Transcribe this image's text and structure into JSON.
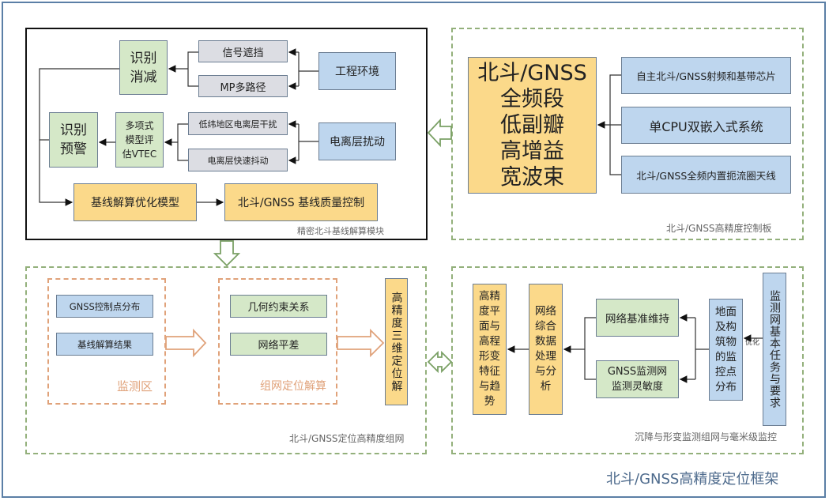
{
  "framework_title": "北斗/GNSS高精度定位框架",
  "panel_baseline": {
    "caption": "精密北斗基线解算模块",
    "identify_reduce": "识别消减",
    "identify_reduce_lines": [
      "识别",
      "消减"
    ],
    "signal_block": "信号遮挡",
    "multipath": "MP多路径",
    "engineering_env": "工程环境",
    "identify_warn_lines": [
      "识别",
      "预警"
    ],
    "poly_model_lines": [
      "多项式",
      "模型评",
      "估VTEC"
    ],
    "low_lat_iono": "低纬地区电离层干扰",
    "iono_scint": "电离层快速抖动",
    "iono_disturb": "电离层扰动",
    "baseline_opt": "基线解算优化模型",
    "baseline_qc": "北斗/GNSS 基线质量控制"
  },
  "panel_control_board": {
    "caption": "北斗/GNSS高精度控制板",
    "antenna_lines": [
      "北斗/GNSS",
      "全频段",
      "低副瓣",
      "高增益",
      "宽波束"
    ],
    "chip": "自主北斗/GNSS射频和基带芯片",
    "cpu": "单CPU双嵌入式系统",
    "antenna": "北斗/GNSS全频内置扼流圈天线"
  },
  "panel_network": {
    "caption": "北斗/GNSS定位高精度组网",
    "monitor_area": {
      "caption": "监测区",
      "items": [
        "GNSS控制点分布",
        "基线解算结果"
      ]
    },
    "network_solution": {
      "caption": "组网定位解算",
      "items": [
        "几何约束关系",
        "网络平差"
      ]
    },
    "result": "高精度三维定位解"
  },
  "panel_monitoring": {
    "caption": "沉降与形变监测组网与毫米级监控",
    "trend": "高精度平面与高程形变特征与趋势",
    "analysis_lines": [
      "网络",
      "综合",
      "数据",
      "处理",
      "与分",
      "析"
    ],
    "datum": "网络基准维持",
    "sensitivity_lines": [
      "GNSS监测网",
      "监测灵敏度"
    ],
    "points_lines": [
      "地面",
      "及构",
      "筑物",
      "的监",
      "控点",
      "分布"
    ],
    "optimize_label": "优化",
    "requirements": "监测网基本任务与要求"
  },
  "colors": {
    "green": "#d5e8c8",
    "grey": "#dcdde3",
    "blue": "#bed6ee",
    "yellow": "#fbd98a",
    "dash_green": "#93b07b",
    "dash_orange": "#e0a27a",
    "frame": "#5b7fa6"
  }
}
